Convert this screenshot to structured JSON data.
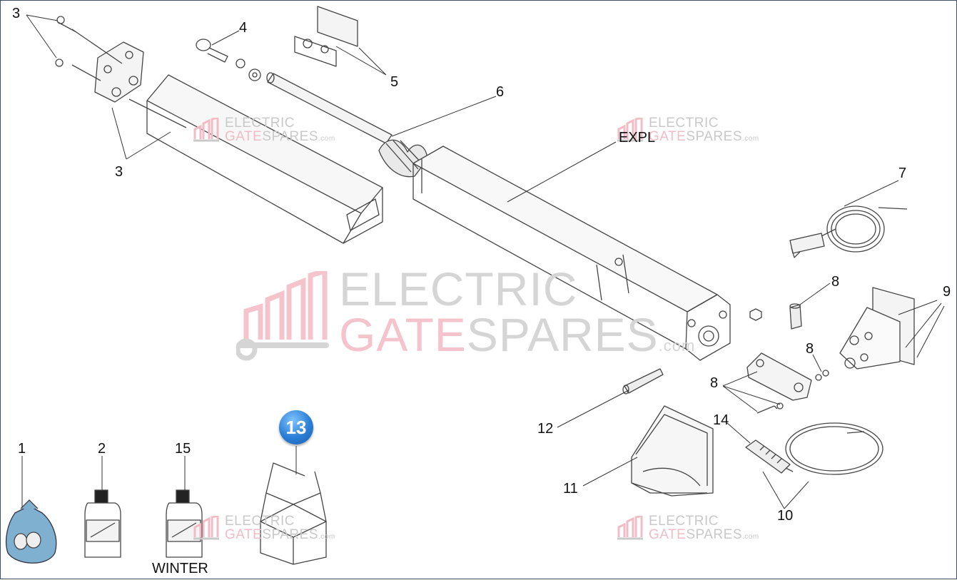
{
  "diagram": {
    "part_labels": {
      "p1": "1",
      "p2": "2",
      "p3a": "3",
      "p3b": "3",
      "p4": "4",
      "p5": "5",
      "p6": "6",
      "p7": "7",
      "p8a": "8",
      "p8b": "8",
      "p8c": "8",
      "p9": "9",
      "p10": "10",
      "p11": "11",
      "p12": "12",
      "p14": "14",
      "p15": "15",
      "expl": "EXPL",
      "winter": "WINTER"
    },
    "badge": "13"
  },
  "watermark": {
    "line1": "ELECTRIC",
    "line2_a": "GATE",
    "line2_b": "SPARES",
    "suffix": ".com",
    "colors": {
      "grey": "#c9c9c9",
      "pink": "#f2bcc6"
    }
  }
}
